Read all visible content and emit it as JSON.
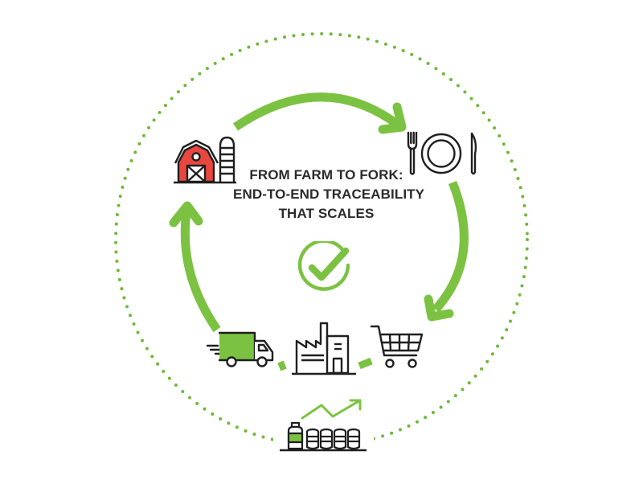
{
  "diagram": {
    "title_lines": [
      "FROM FARM TO FORK:",
      "END-TO-END TRACEABILITY",
      "THAT SCALES"
    ],
    "accent_color": "#7cc242",
    "dot_color": "#6fb83a",
    "stroke_color": "#1f1f1f",
    "barn_red": "#e8463f",
    "nodes": [
      {
        "id": "farm",
        "icon": "barn-silo-icon"
      },
      {
        "id": "fork",
        "icon": "fork-plate-knife-icon"
      },
      {
        "id": "retail",
        "icon": "shopping-cart-icon"
      },
      {
        "id": "processing",
        "icon": "factory-icon"
      },
      {
        "id": "distribution",
        "icon": "delivery-truck-icon"
      },
      {
        "id": "scale",
        "icon": "growth-coins-chart-icon"
      }
    ],
    "center_icon": "checkmark-circle-icon",
    "arrows": [
      "farm-to-fork-arrow",
      "fork-to-retail-arrow",
      "truck-to-farm-arrow"
    ],
    "outer_ring": "dotted-circle"
  }
}
